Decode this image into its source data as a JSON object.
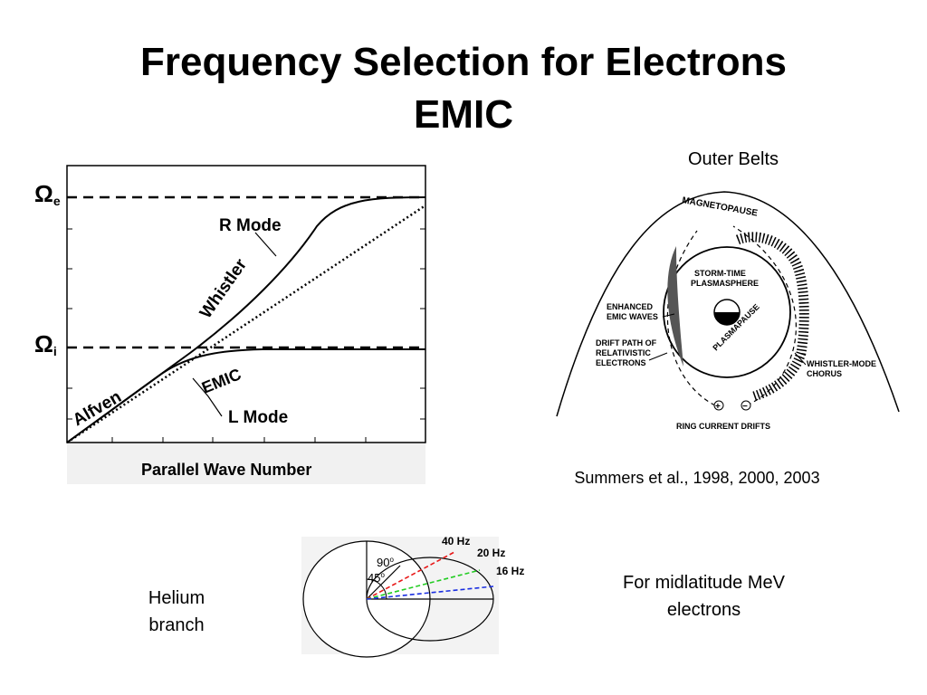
{
  "slide": {
    "title_line1": "Frequency Selection for Electrons",
    "title_line2": "EMIC",
    "outer_belts_label": "Outer Belts",
    "citation": "Summers et al., 1998, 2000, 2003",
    "helium_label_line1": "Helium",
    "helium_label_line2": "branch",
    "midlatitude_line1": "For midlatitude MeV",
    "midlatitude_line2": "electrons"
  },
  "dispersion": {
    "omega_e_symbol": "Ω",
    "omega_e_sub": "e",
    "omega_i_symbol": "Ω",
    "omega_i_sub": "i",
    "r_mode": "R Mode",
    "whistler": "Whistler",
    "alfven": "Alfven",
    "emic": "EMIC",
    "l_mode": "L Mode",
    "xlabel": "Parallel Wave Number"
  },
  "magnetosphere": {
    "magnetopause": "MAGNETOPAUSE",
    "storm_time_line1": "STORM-TIME",
    "storm_time_line2": "PLASMASPHERE",
    "enhanced_line1": "ENHANCED",
    "enhanced_line2": "EMIC WAVES",
    "drift_line1": "DRIFT PATH OF",
    "drift_line2": "RELATIVISTIC",
    "drift_line3": "ELECTRONS",
    "plasmapause": "PLASMAPAUSE",
    "chorus_line1": "WHISTLER-MODE",
    "chorus_line2": "CHORUS",
    "ring_current": "RING CURRENT DRIFTS",
    "plus_sign": "+",
    "minus_sign": "−"
  },
  "helium_diagram": {
    "angle_90": "90",
    "angle_90_sup": "o",
    "angle_45": "45",
    "angle_45_sup": "o",
    "f40": "40 Hz",
    "f20": "20 Hz",
    "f16": "16 Hz",
    "colors": {
      "f40": "#e81818",
      "f20": "#22cc22",
      "f16": "#1a2ee0"
    }
  }
}
